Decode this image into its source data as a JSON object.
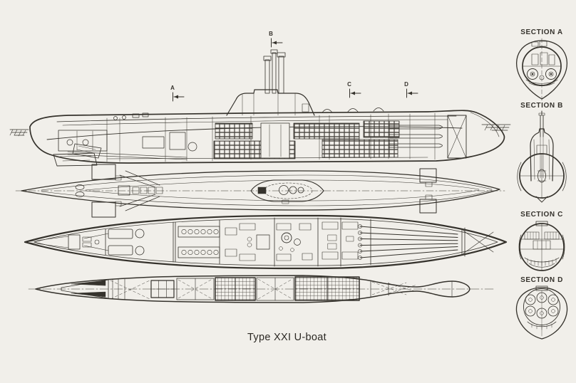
{
  "title": "Type XXI U-boat",
  "colors": {
    "background": "#f1efea",
    "ink": "#35322c"
  },
  "section_markers": [
    {
      "label": "A"
    },
    {
      "label": "B"
    },
    {
      "label": "C"
    },
    {
      "label": "D"
    }
  ],
  "cross_sections": [
    {
      "label": "SECTION A"
    },
    {
      "label": "SECTION B"
    },
    {
      "label": "SECTION C"
    },
    {
      "label": "SECTION D"
    }
  ]
}
